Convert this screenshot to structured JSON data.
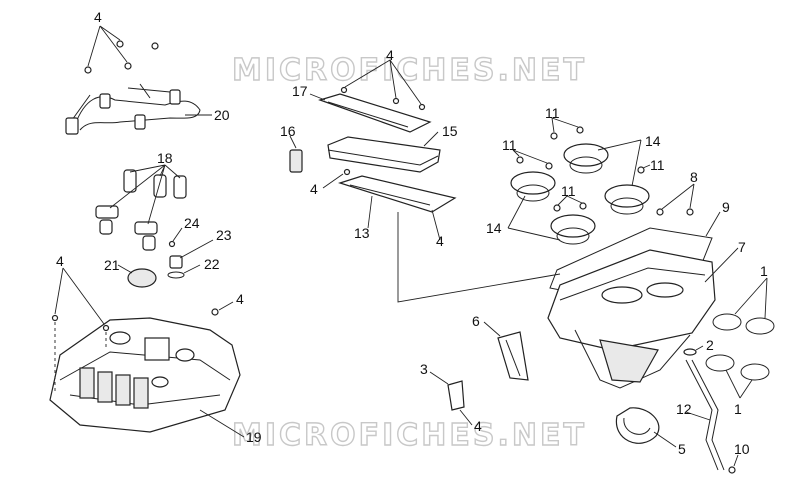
{
  "watermark": {
    "text": "MICROFICHES.NET",
    "color": "#c8c8c8"
  },
  "callouts": {
    "c1a": "1",
    "c1b": "1",
    "c2": "2",
    "c3": "3",
    "c4_top": "4",
    "c4_mid": "4",
    "c4_filter": "4",
    "c4_base": "4",
    "c4_left": "4",
    "c4_right": "4",
    "c4_bottom": "4",
    "c5": "5",
    "c6": "6",
    "c7": "7",
    "c8": "8",
    "c9": "9",
    "c10": "10",
    "c11a": "11",
    "c11b": "11",
    "c11c": "11",
    "c11d": "11",
    "c12": "12",
    "c13": "13",
    "c14a": "14",
    "c14b": "14",
    "c15": "15",
    "c16": "16",
    "c17": "17",
    "c18": "18",
    "c19": "19",
    "c20": "20",
    "c21": "21",
    "c22": "22",
    "c23": "23",
    "c24": "24"
  }
}
